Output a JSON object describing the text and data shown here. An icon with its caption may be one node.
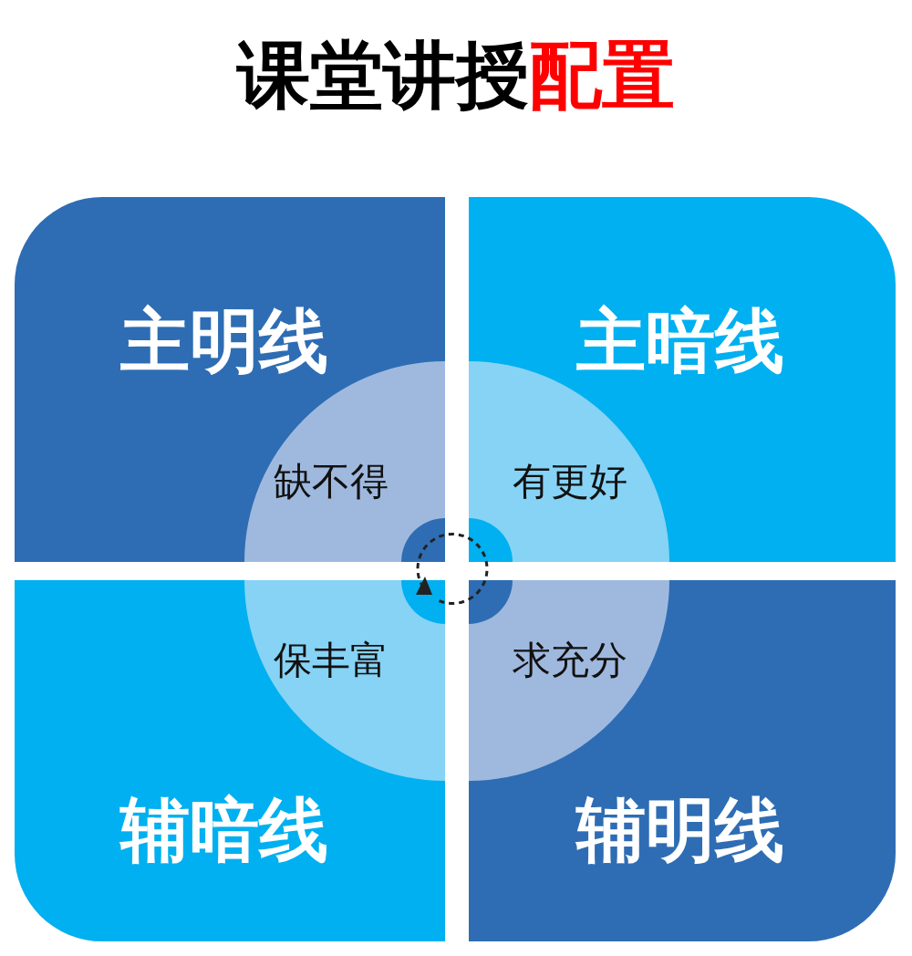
{
  "diagram": {
    "title": "课堂讲授",
    "nodes": [
      {
        "text": [
          "主明线"
        ]
      },
      {
        "text": [
          "主暗线"
        ]
      },
      {
        "text": [
          "辅暗线"
        ]
      },
      {
        "text": [
          "辅明线"
        ]
      },
      {
        "text": [
          "缺不得"
        ],
        "in": 0
      },
      {
        "text": [
          "有更好"
        ],
        "in": 1
      },
      {
        "text": [
          "保丰富"
        ],
        "in": 2
      },
      {
        "text": [
          "求充分"
        ],
        "in": 3
      }
    ],
    "edges": [],
    "labels": [
      "配置"
    ]
  }
}
